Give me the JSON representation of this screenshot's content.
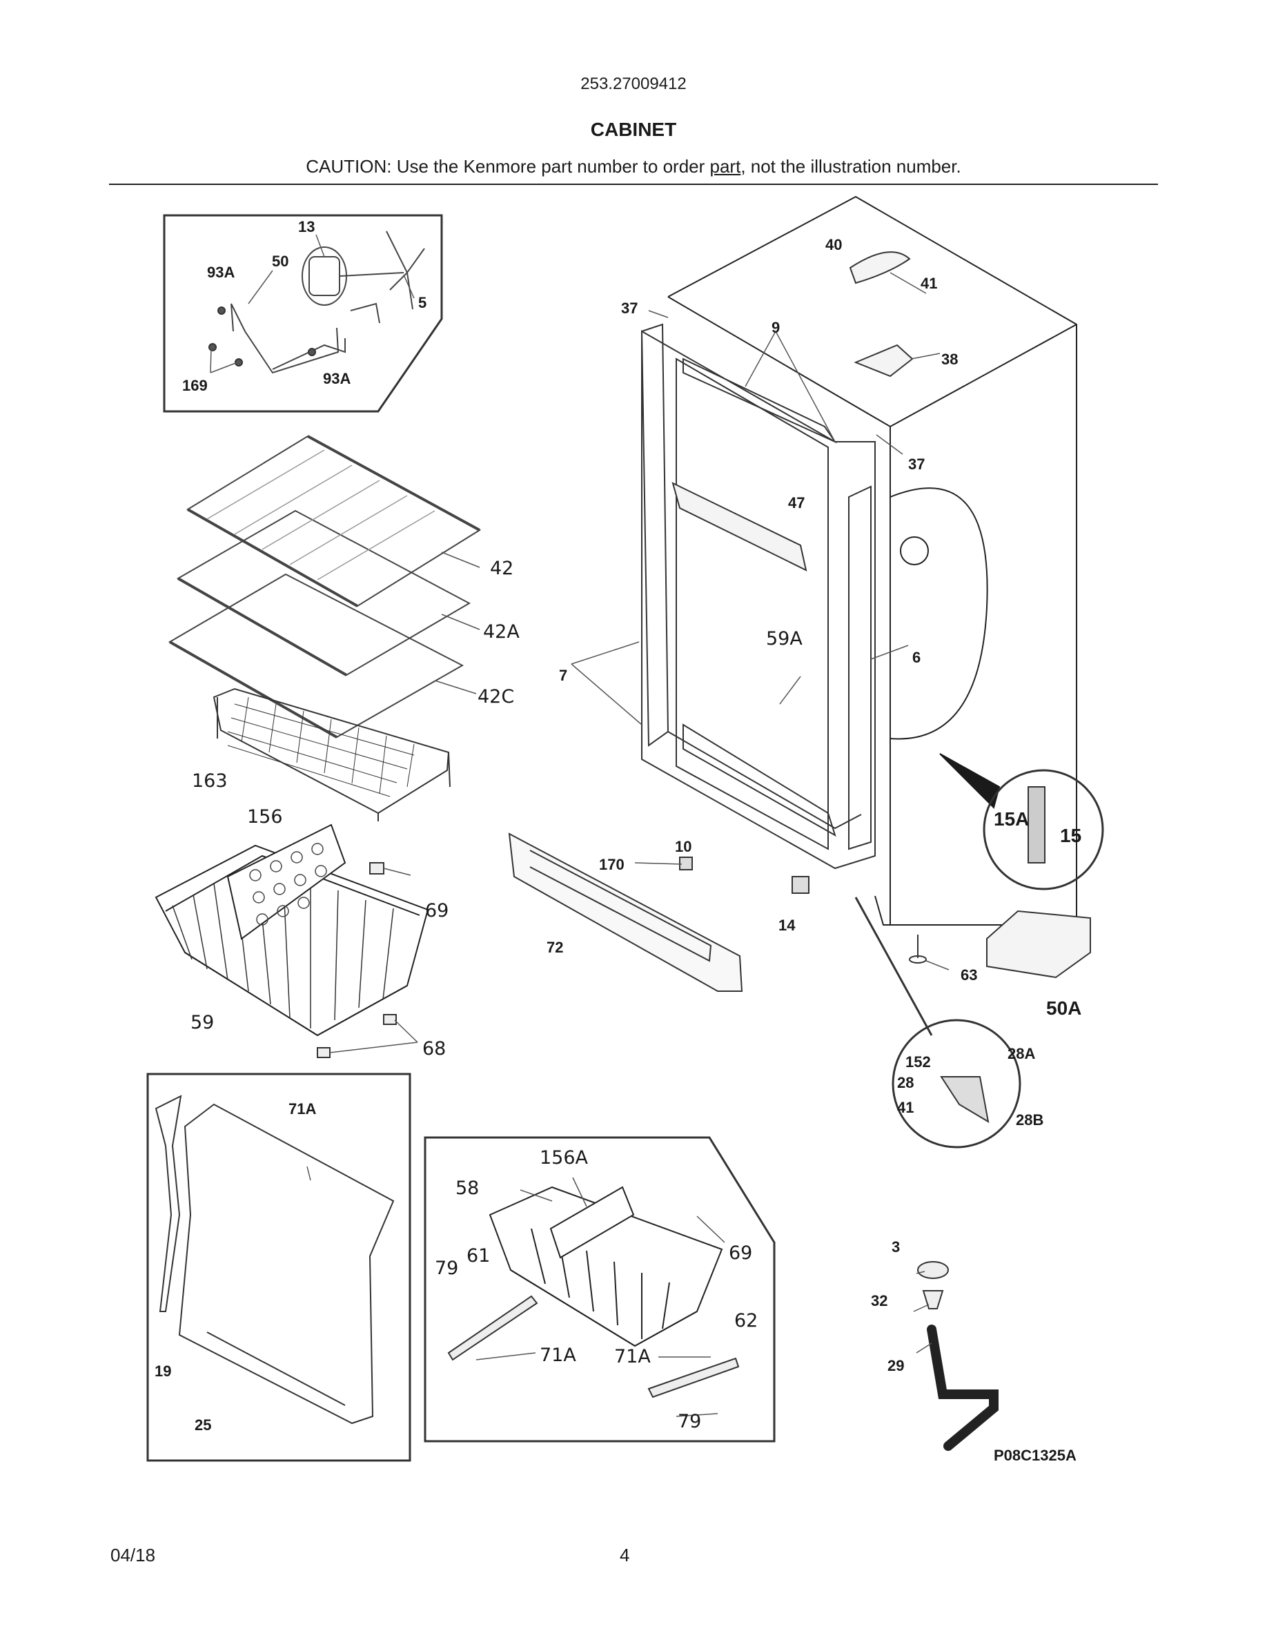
{
  "header": {
    "model_number": "253.27009412",
    "section_title": "CABINET",
    "caution_prefix": "CAUTION: Use the Kenmore part number to order ",
    "caution_link": "part",
    "caution_suffix": ", not the illustration number."
  },
  "diagram": {
    "drawing_code": "P08C1325A",
    "callouts": [
      {
        "id": "c13",
        "text": "13"
      },
      {
        "id": "c50",
        "text": "50"
      },
      {
        "id": "c93a-top",
        "text": "93A"
      },
      {
        "id": "c5",
        "text": "5"
      },
      {
        "id": "c169",
        "text": "169"
      },
      {
        "id": "c93a-bot",
        "text": "93A"
      },
      {
        "id": "c42",
        "text": "42"
      },
      {
        "id": "c42a",
        "text": "42A"
      },
      {
        "id": "c42c",
        "text": "42C"
      },
      {
        "id": "c163",
        "text": "163"
      },
      {
        "id": "c156",
        "text": "156"
      },
      {
        "id": "c69-top",
        "text": "69"
      },
      {
        "id": "c59",
        "text": "59"
      },
      {
        "id": "c68",
        "text": "68"
      },
      {
        "id": "c40",
        "text": "40"
      },
      {
        "id": "c41-top",
        "text": "41"
      },
      {
        "id": "c37-top",
        "text": "37"
      },
      {
        "id": "c9",
        "text": "9"
      },
      {
        "id": "c38",
        "text": "38"
      },
      {
        "id": "c37-right",
        "text": "37"
      },
      {
        "id": "c47",
        "text": "47"
      },
      {
        "id": "c59a",
        "text": "59A"
      },
      {
        "id": "c7",
        "text": "7"
      },
      {
        "id": "c6",
        "text": "6"
      },
      {
        "id": "c15a",
        "text": "15A"
      },
      {
        "id": "c15",
        "text": "15"
      },
      {
        "id": "c10",
        "text": "10"
      },
      {
        "id": "c170",
        "text": "170"
      },
      {
        "id": "c72",
        "text": "72"
      },
      {
        "id": "c14",
        "text": "14"
      },
      {
        "id": "c63",
        "text": "63"
      },
      {
        "id": "c50a",
        "text": "50A"
      },
      {
        "id": "c152",
        "text": "152"
      },
      {
        "id": "c28a",
        "text": "28A"
      },
      {
        "id": "c28",
        "text": "28"
      },
      {
        "id": "c41-hinge",
        "text": "41"
      },
      {
        "id": "c28b",
        "text": "28B"
      },
      {
        "id": "c71a-panel",
        "text": "71A"
      },
      {
        "id": "c19",
        "text": "19"
      },
      {
        "id": "c25",
        "text": "25"
      },
      {
        "id": "c156a",
        "text": "156A"
      },
      {
        "id": "c58",
        "text": "58"
      },
      {
        "id": "c79-top",
        "text": "79"
      },
      {
        "id": "c61",
        "text": "61"
      },
      {
        "id": "c69-basket",
        "text": "69"
      },
      {
        "id": "c62",
        "text": "62"
      },
      {
        "id": "c71a-left",
        "text": "71A"
      },
      {
        "id": "c71a-right",
        "text": "71A"
      },
      {
        "id": "c79-bot",
        "text": "79"
      },
      {
        "id": "c3",
        "text": "3"
      },
      {
        "id": "c32",
        "text": "32"
      },
      {
        "id": "c29",
        "text": "29"
      }
    ]
  },
  "footer": {
    "date": "04/18",
    "page_number": "4"
  }
}
